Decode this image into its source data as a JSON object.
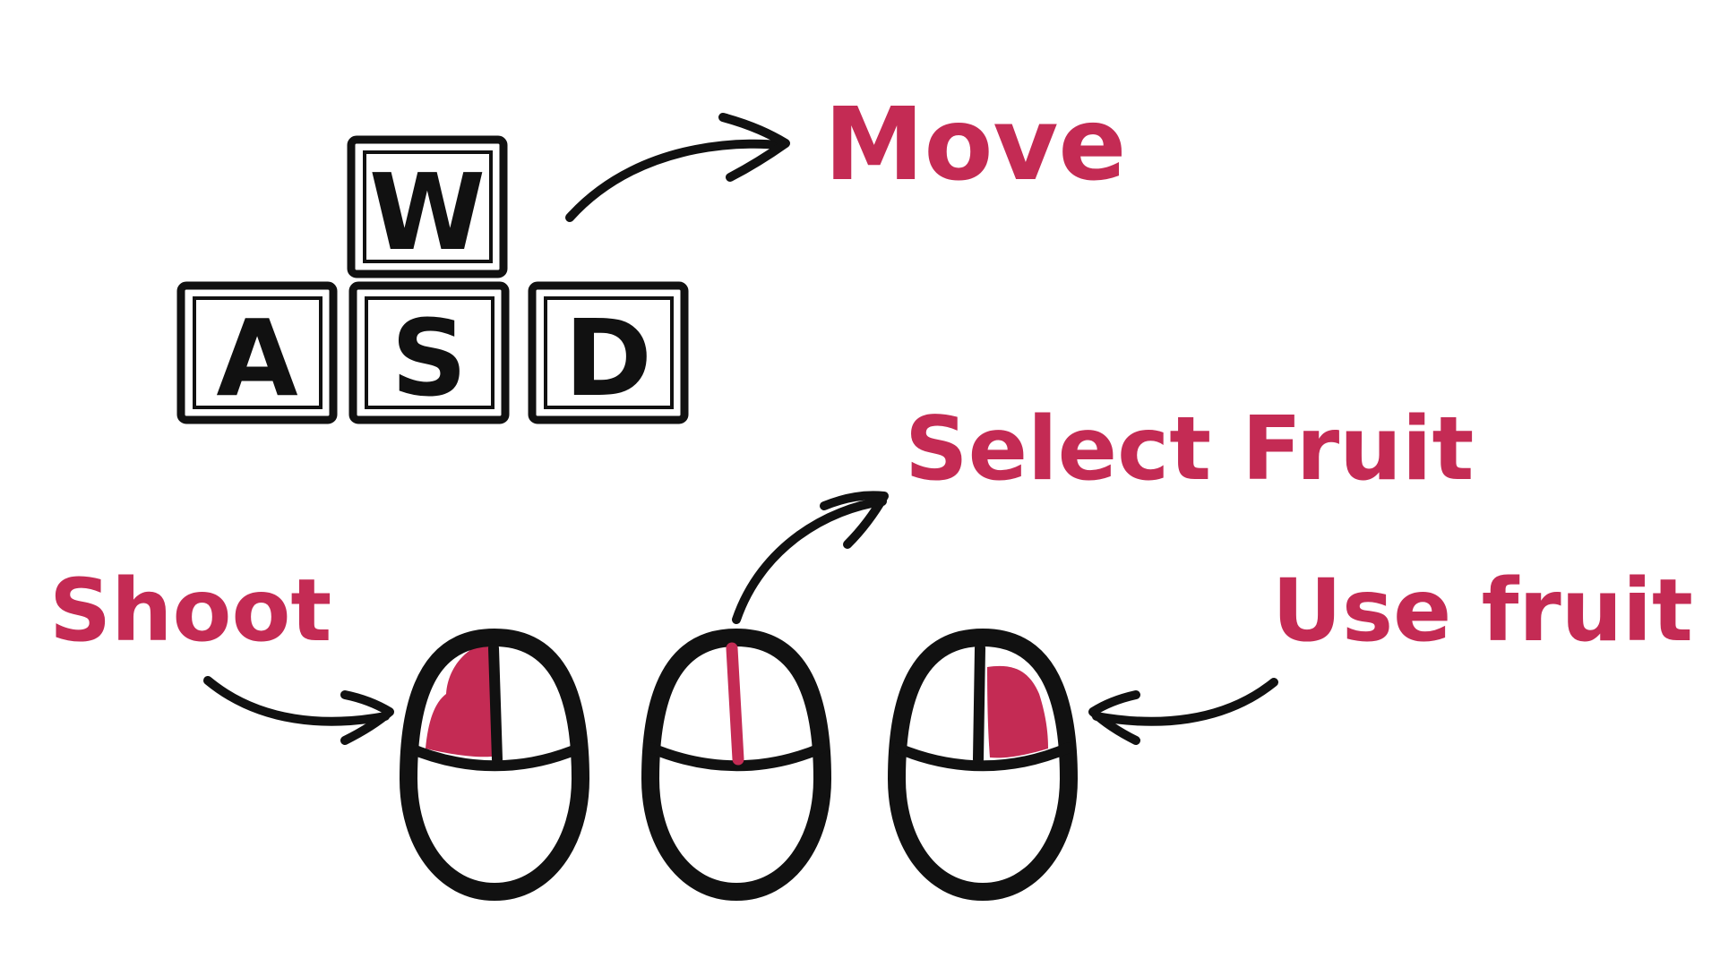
{
  "keys": {
    "w": "W",
    "a": "A",
    "s": "S",
    "d": "D"
  },
  "labels": {
    "move": "Move",
    "select_fruit": "Select Fruit",
    "shoot": "Shoot",
    "use_fruit": "Use fruit"
  },
  "colors": {
    "ink": "#111111",
    "accent": "#c42b54",
    "background": "#ffffff"
  }
}
